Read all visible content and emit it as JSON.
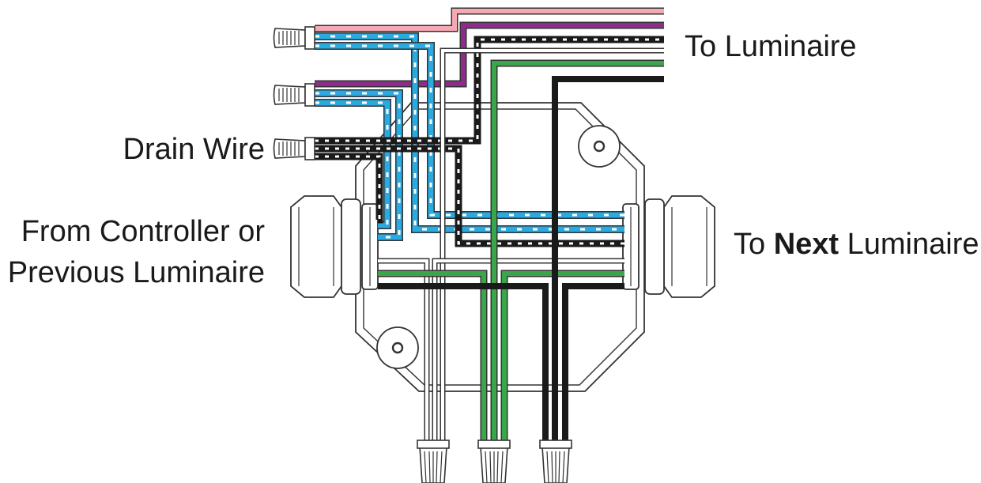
{
  "labels": {
    "to_luminaire": "To Luminaire",
    "drain_wire": "Drain Wire",
    "from_line1": "From Controller or",
    "from_line2": "Previous Luminaire",
    "to_next_prefix": "To ",
    "to_next_bold": "Next",
    "to_next_suffix": " Luminaire"
  },
  "colors": {
    "black": "#1a1a1a",
    "blue": "#29aae1",
    "green": "#3aa64a",
    "pink": "#f4a9b5",
    "purple": "#8e2c8c",
    "outline": "#333333"
  }
}
